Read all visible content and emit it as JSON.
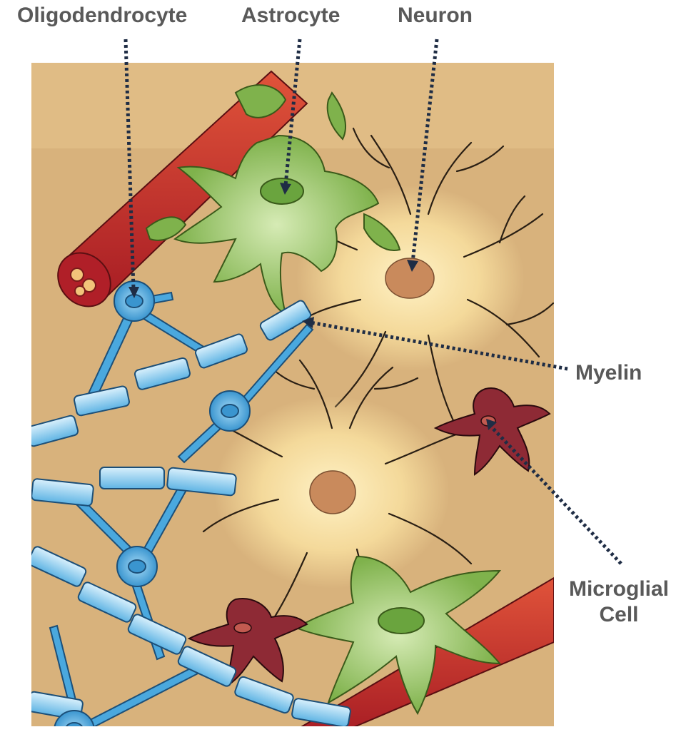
{
  "labels": {
    "oligodendrocyte": "Oligodendrocyte",
    "astrocyte": "Astrocyte",
    "neuron": "Neuron",
    "myelin": "Myelin",
    "microglial_line1": "Microglial",
    "microglial_line2": "Cell"
  },
  "colors": {
    "background": "#d8b27c",
    "vessel": "#c42a2a",
    "astrocyte": "#8dbf5a",
    "neuron_glow": "#fbe3a2",
    "nucleus": "#c98a5c",
    "oligodendrocyte": "#4aa8de",
    "myelin": "#9ed3f0",
    "microglia": "#8e2a35",
    "pointer": "#1f2d45",
    "label_text": "#595959"
  }
}
